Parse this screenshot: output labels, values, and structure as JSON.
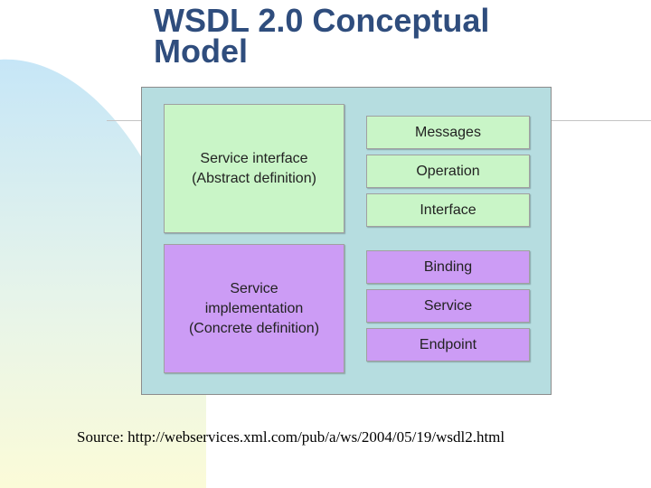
{
  "slide": {
    "title_lines": [
      "WSDL 2.0 Conceptual",
      "Model"
    ],
    "source": "Source: http://webservices.xml.com/pub/a/ws/2004/05/19/wsdl2.html"
  },
  "diagram": {
    "abstract_panel": {
      "lines": [
        "Service interface",
        "(Abstract definition)"
      ]
    },
    "concrete_panel": {
      "lines": [
        "Service",
        "implementation",
        "(Concrete definition)"
      ]
    },
    "abstract_items": [
      "Messages",
      "Operation",
      "Interface"
    ],
    "concrete_items": [
      "Binding",
      "Service",
      "Endpoint"
    ]
  },
  "colors": {
    "title": "#2f4d7d",
    "diagram_background": "#b6dde0",
    "abstract": "#c9f5c7",
    "concrete": "#cc9cf5"
  }
}
